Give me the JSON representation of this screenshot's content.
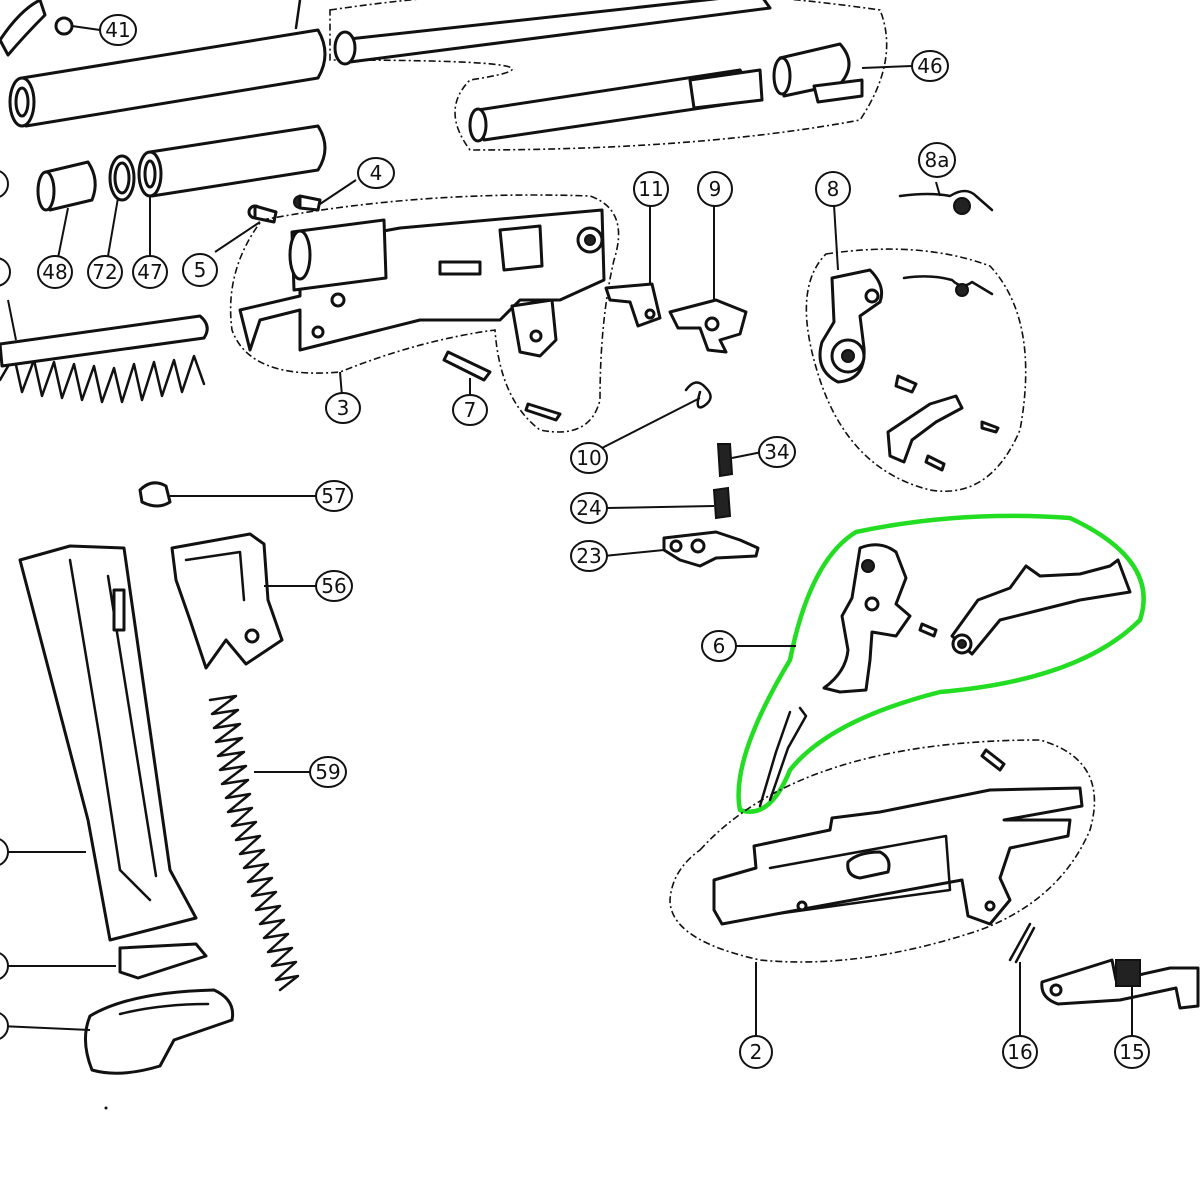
{
  "diagram": {
    "highlight_color": "#22dd22",
    "line_color": "#111111",
    "callouts": {
      "c41": "41",
      "c46": "46",
      "c4": "4",
      "c11": "11",
      "c9": "9",
      "c8": "8",
      "c8a": "8a",
      "c48": "48",
      "c72": "72",
      "c47": "47",
      "c5": "5",
      "c3": "3",
      "c7": "7",
      "c10": "10",
      "c34": "34",
      "c24": "24",
      "c23": "23",
      "c57": "57",
      "c56": "56",
      "c59": "59",
      "c6": "6",
      "c2": "2",
      "c16": "16",
      "c15": "15"
    },
    "highlighted_group": "6"
  }
}
